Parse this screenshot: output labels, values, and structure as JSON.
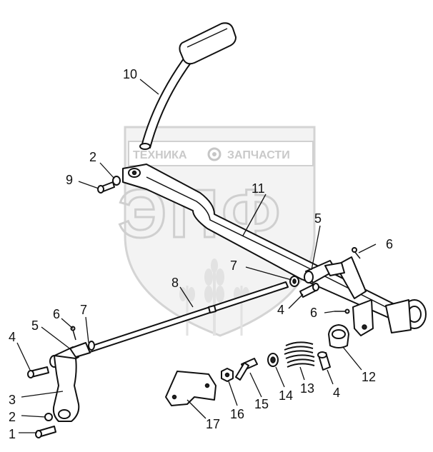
{
  "watermark": {
    "brand_left": "ТЕХНИКА",
    "brand_right": "ЗАПЧАСТИ",
    "gear_icon": "gear-icon",
    "monogram": "ЭПФ"
  },
  "callouts": [
    {
      "id": "c1",
      "label": "1"
    },
    {
      "id": "c2a",
      "label": "2"
    },
    {
      "id": "c2b",
      "label": "2"
    },
    {
      "id": "c3",
      "label": "3"
    },
    {
      "id": "c4a",
      "label": "4"
    },
    {
      "id": "c4b",
      "label": "4"
    },
    {
      "id": "c4c",
      "label": "4"
    },
    {
      "id": "c5a",
      "label": "5"
    },
    {
      "id": "c5b",
      "label": "5"
    },
    {
      "id": "c6a",
      "label": "6"
    },
    {
      "id": "c6b",
      "label": "6"
    },
    {
      "id": "c6c",
      "label": "6"
    },
    {
      "id": "c7a",
      "label": "7"
    },
    {
      "id": "c7b",
      "label": "7"
    },
    {
      "id": "c8",
      "label": "8"
    },
    {
      "id": "c9",
      "label": "9"
    },
    {
      "id": "c10",
      "label": "10"
    },
    {
      "id": "c11",
      "label": "11"
    },
    {
      "id": "c12",
      "label": "12"
    },
    {
      "id": "c13",
      "label": "13"
    },
    {
      "id": "c14",
      "label": "14"
    },
    {
      "id": "c15",
      "label": "15"
    },
    {
      "id": "c16",
      "label": "16"
    },
    {
      "id": "c17",
      "label": "17"
    }
  ]
}
